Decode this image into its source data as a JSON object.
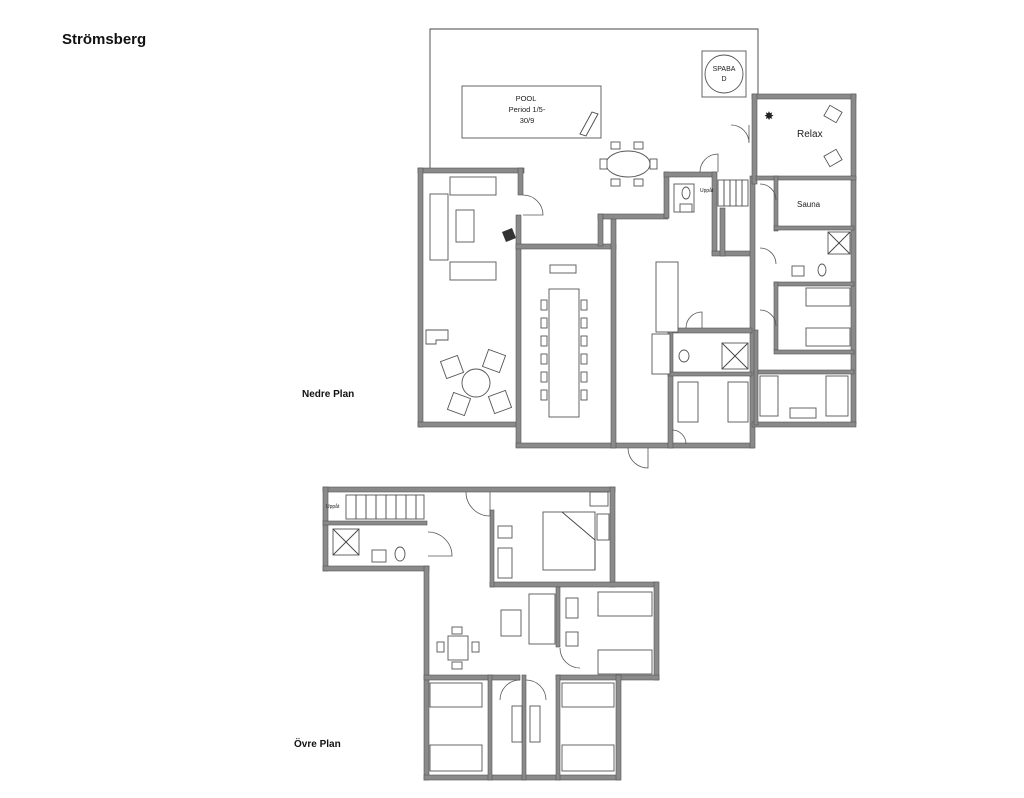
{
  "title": "Strömsberg",
  "floors": {
    "lower": "Nedre Plan",
    "upper": "Övre Plan"
  },
  "rooms": {
    "pool": [
      "POOL",
      "Period 1/5-",
      "30/9"
    ],
    "spabad": [
      "SPABA",
      "D"
    ],
    "relax": "Relax",
    "sauna": "Sauna",
    "stairs_lower": "Uppåt",
    "stairs_upper": "Uppåt"
  },
  "colors": {
    "wall": "#8a8a8a",
    "line": "#444444"
  }
}
